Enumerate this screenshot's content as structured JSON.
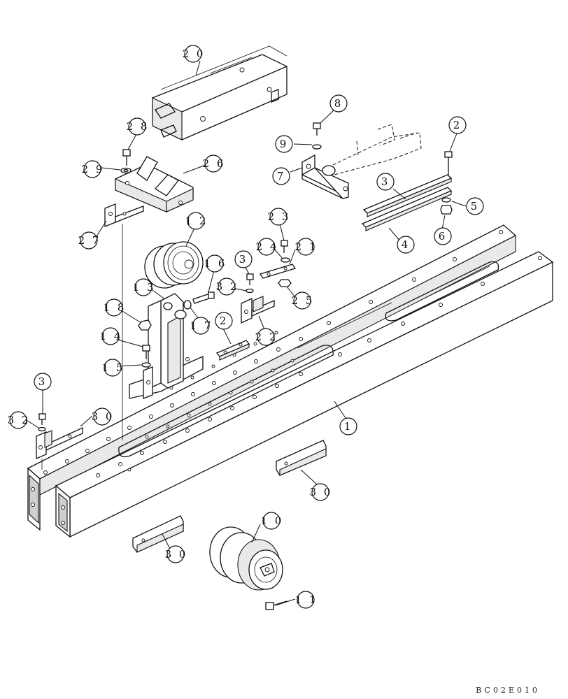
{
  "drawing_code": "BC02E010",
  "callouts": [
    {
      "id": "c20",
      "label": "2 0"
    },
    {
      "id": "c28",
      "label": "2 8"
    },
    {
      "id": "c29",
      "label": "2 9"
    },
    {
      "id": "c26",
      "label": "2 6"
    },
    {
      "id": "c27",
      "label": "2 7"
    },
    {
      "id": "c8",
      "label": "8"
    },
    {
      "id": "c9",
      "label": "9"
    },
    {
      "id": "c7",
      "label": "7"
    },
    {
      "id": "c2a",
      "label": "2"
    },
    {
      "id": "c3a",
      "label": "3"
    },
    {
      "id": "c5",
      "label": "5"
    },
    {
      "id": "c4",
      "label": "4"
    },
    {
      "id": "c6",
      "label": "6"
    },
    {
      "id": "c12",
      "label": "1 2"
    },
    {
      "id": "c23",
      "label": "2 3"
    },
    {
      "id": "c24",
      "label": "2 4"
    },
    {
      "id": "c21",
      "label": "2 1"
    },
    {
      "id": "c3b",
      "label": "3"
    },
    {
      "id": "c16",
      "label": "1 6"
    },
    {
      "id": "c32a",
      "label": "3 2"
    },
    {
      "id": "c25",
      "label": "2 5"
    },
    {
      "id": "c13",
      "label": "1 3"
    },
    {
      "id": "c18",
      "label": "1 8"
    },
    {
      "id": "c17",
      "label": "1 7"
    },
    {
      "id": "c2b",
      "label": "2"
    },
    {
      "id": "c22",
      "label": "2 2"
    },
    {
      "id": "c14",
      "label": "1 4"
    },
    {
      "id": "c15",
      "label": "1 5"
    },
    {
      "id": "c3c",
      "label": "3"
    },
    {
      "id": "c32b",
      "label": "3 2"
    },
    {
      "id": "c30a",
      "label": "3 0"
    },
    {
      "id": "c1",
      "label": "1"
    },
    {
      "id": "c30b",
      "label": "3 0"
    },
    {
      "id": "c10",
      "label": "1 0"
    },
    {
      "id": "c30c",
      "label": "3 0"
    },
    {
      "id": "c11",
      "label": "1 1"
    }
  ]
}
